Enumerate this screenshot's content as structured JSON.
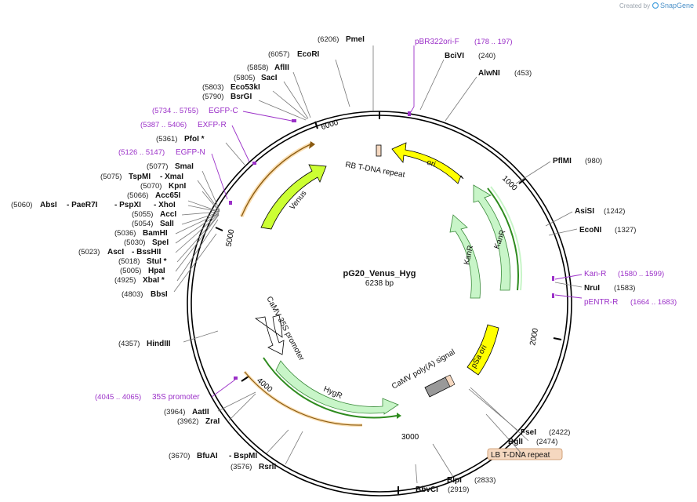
{
  "credit": {
    "created_by": "Created by",
    "brand": "SnapGene"
  },
  "plasmid": {
    "name": "pG20_Venus_Hyg",
    "length_label": "6238 bp"
  },
  "ticks": [
    "1000",
    "2000",
    "3000",
    "4000",
    "5000",
    "6000"
  ],
  "features": {
    "ori": "ori",
    "kanr1": "KanR",
    "kanr2": "KanR",
    "venus": "Venus",
    "psa_ori": "pSa ori",
    "hygr": "HygR",
    "camv_promoter": "CaMV 35S promoter",
    "camv_polya": "CaMV poly(A) signal",
    "rb_tdna": "RB T-DNA repeat",
    "lb_tdna": "LB T-DNA repeat"
  },
  "colors": {
    "ori": "#ffff00",
    "kanr": "#c8f5c8",
    "venus": "#ccff33",
    "hygr": "#c8f5c8",
    "promoter": "#ffffff",
    "polya": "#999999",
    "repeat": "#f5d8c0",
    "primer": "#9b30c8",
    "orf_green": "#2e8b1e",
    "orf_orange": "#f0a020"
  },
  "sites": {
    "PmeI": {
      "name": "PmeI",
      "pos": "(6206)"
    },
    "EcoRI": {
      "name": "EcoRI",
      "pos": "(6057)"
    },
    "AflII": {
      "name": "AflII",
      "pos": "(5858)"
    },
    "SacI": {
      "name": "SacI",
      "pos": "(5805)"
    },
    "Eco53kI": {
      "name": "Eco53kI",
      "pos": "(5803)"
    },
    "BsrGI": {
      "name": "BsrGI",
      "pos": "(5790)"
    },
    "PfoI": {
      "name": "PfoI *",
      "pos": "(5361)"
    },
    "SmaI": {
      "name": "SmaI",
      "pos": "(5077)"
    },
    "TspMI": {
      "name": "TspMI",
      "pos": "(5075)"
    },
    "XmaI": {
      "name": "- XmaI"
    },
    "KpnI": {
      "name": "KpnI",
      "pos": "(5070)"
    },
    "Acc65I": {
      "name": "Acc65I",
      "pos": "(5066)"
    },
    "AbsI": {
      "name": "AbsI",
      "pos": "(5060)"
    },
    "PaeR7I": {
      "name": "- PaeR7I"
    },
    "PspXI": {
      "name": "- PspXI"
    },
    "XhoI": {
      "name": "- XhoI"
    },
    "AccI": {
      "name": "AccI",
      "pos": "(5055)"
    },
    "SalI": {
      "name": "SalI",
      "pos": "(5054)"
    },
    "BamHI": {
      "name": "BamHI",
      "pos": "(5036)"
    },
    "SpeI": {
      "name": "SpeI",
      "pos": "(5030)"
    },
    "AscI": {
      "name": "AscI",
      "pos": "(5023)"
    },
    "BssHII": {
      "name": "- BssHII"
    },
    "StuI": {
      "name": "StuI *",
      "pos": "(5018)"
    },
    "HpaI": {
      "name": "HpaI",
      "pos": "(5005)"
    },
    "XbaI": {
      "name": "XbaI *",
      "pos": "(4925)"
    },
    "BbsI": {
      "name": "BbsI",
      "pos": "(4803)"
    },
    "HindIII": {
      "name": "HindIII",
      "pos": "(4357)"
    },
    "AatII": {
      "name": "AatII",
      "pos": "(3964)"
    },
    "ZraI": {
      "name": "ZraI",
      "pos": "(3962)"
    },
    "BfuAI": {
      "name": "BfuAI",
      "pos": "(3670)"
    },
    "BspMI": {
      "name": "- BspMI"
    },
    "RsrII": {
      "name": "RsrII",
      "pos": "(3576)"
    },
    "BciVI": {
      "name": "BciVI",
      "pos": "(240)"
    },
    "AlwNI": {
      "name": "AlwNI",
      "pos": "(453)"
    },
    "PflMI": {
      "name": "PflMI",
      "pos": "(980)"
    },
    "AsiSI": {
      "name": "AsiSI",
      "pos": "(1242)"
    },
    "EcoNI": {
      "name": "EcoNI",
      "pos": "(1327)"
    },
    "NruI": {
      "name": "NruI",
      "pos": "(1583)"
    },
    "FseI": {
      "name": "FseI",
      "pos": "(2422)"
    },
    "BglI": {
      "name": "BglI",
      "pos": "(2474)"
    },
    "BlpI": {
      "name": "BlpI",
      "pos": "(2833)"
    },
    "BbvCI": {
      "name": "BbvCI",
      "pos": "(2919)"
    }
  },
  "primers": {
    "pBR322ori_F": {
      "name": "pBR322ori-F",
      "range": "(178 .. 197)"
    },
    "EGFP_C": {
      "name": "EGFP-C",
      "range": "(5734 .. 5755)"
    },
    "EXFP_R": {
      "name": "EXFP-R",
      "range": "(5387 .. 5406)"
    },
    "EGFP_N": {
      "name": "EGFP-N",
      "range": "(5126 .. 5147)"
    },
    "Kan_R": {
      "name": "Kan-R",
      "range": "(1580 .. 1599)"
    },
    "pENTR_R": {
      "name": "pENTR-R",
      "range": "(1664 .. 1683)"
    },
    "35S_promoter": {
      "name": "35S promoter",
      "range": "(4045 .. 4065)"
    }
  }
}
